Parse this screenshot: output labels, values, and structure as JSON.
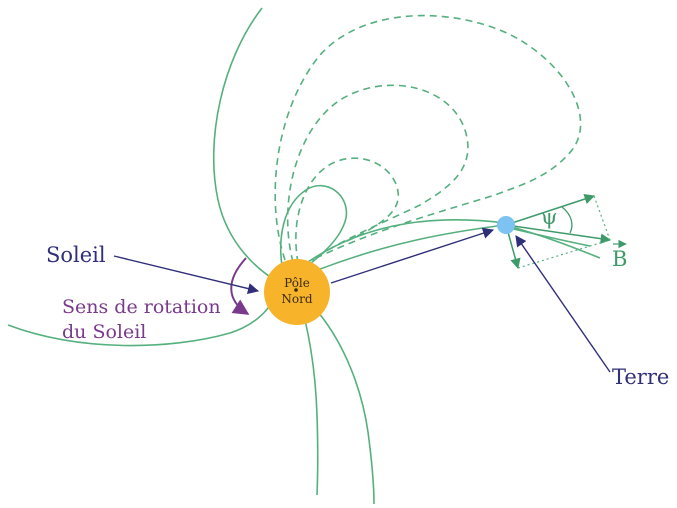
{
  "labels": {
    "soleil": "Soleil",
    "rotation_line1": "Sens de rotation",
    "rotation_line2": "du Soleil",
    "pole_line1": "Pôle",
    "pole_line2": "Nord",
    "terre": "Terre",
    "psi": "ψ",
    "b": "B"
  },
  "colors": {
    "field_lines": "#55b07e",
    "sun": "#f7b32a",
    "earth": "#7cc3f2",
    "arrows": "#2f2f7a",
    "rotation": "#7a3a8c",
    "background": "#ffffff"
  }
}
